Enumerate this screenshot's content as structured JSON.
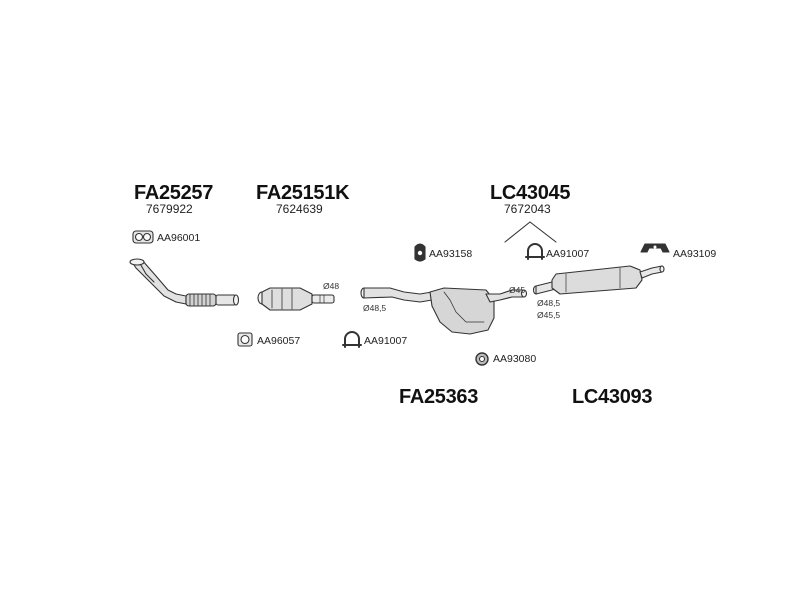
{
  "groups": [
    {
      "code": "FA25257",
      "ref": "7679922"
    },
    {
      "code": "FA25151K",
      "ref": "7624639"
    },
    {
      "code": "LC43045",
      "ref": "7672043"
    },
    {
      "code": "FA25363"
    },
    {
      "code": "LC43093"
    }
  ],
  "parts": {
    "aa96001": "AA96001",
    "aa96057": "AA96057",
    "aa91007_left": "AA91007",
    "aa93158": "AA93158",
    "aa93080": "AA93080",
    "aa91007_right": "AA91007",
    "aa93109": "AA93109"
  },
  "dimensions": {
    "d48": "Ø48",
    "d48_5_mid": "Ø48,5",
    "d45_mid": "Ø45",
    "d48_5_rear": "Ø48,5",
    "d45_5_rear": "Ø45,5"
  }
}
